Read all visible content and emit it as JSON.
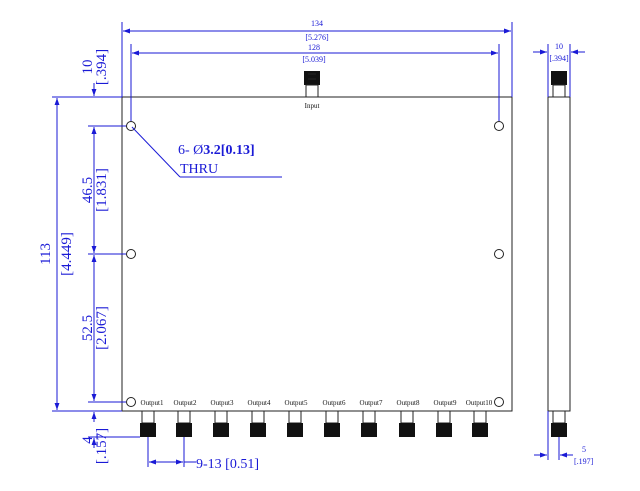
{
  "dimensions": {
    "overall_width": {
      "mm": "134",
      "inch": "[5.276]"
    },
    "hole_spacing_width": {
      "mm": "128",
      "inch": "[5.039]"
    },
    "top_offset": {
      "mm": "10",
      "inch": "[.394]"
    },
    "overall_height": {
      "mm": "113",
      "inch": "[4.449]"
    },
    "upper_hole_spacing": {
      "mm": "46.5",
      "inch": "[1.831]"
    },
    "lower_hole_spacing": {
      "mm": "52.5",
      "inch": "[2.067]"
    },
    "bottom_offset": {
      "mm": "4",
      "inch": "[.157]"
    },
    "side_thickness": {
      "mm": "10",
      "inch": "[.394]"
    },
    "side_connector_offset": {
      "mm": "5",
      "inch": "[.197]"
    },
    "connector_pitch": "9-13 [0.51]"
  },
  "holes_callout": {
    "line1_prefix": "6- ",
    "diameter_symbol": "Ø",
    "line1_value": "3.2[0.13]",
    "line2": "THRU"
  },
  "input_label": "Input",
  "output_labels": [
    "Output1",
    "Output2",
    "Output3",
    "Output4",
    "Output5",
    "Output6",
    "Output7",
    "Output8",
    "Output9",
    "Output10"
  ],
  "colors": {
    "dimension": "#1a1ad6",
    "outline": "#222222"
  }
}
